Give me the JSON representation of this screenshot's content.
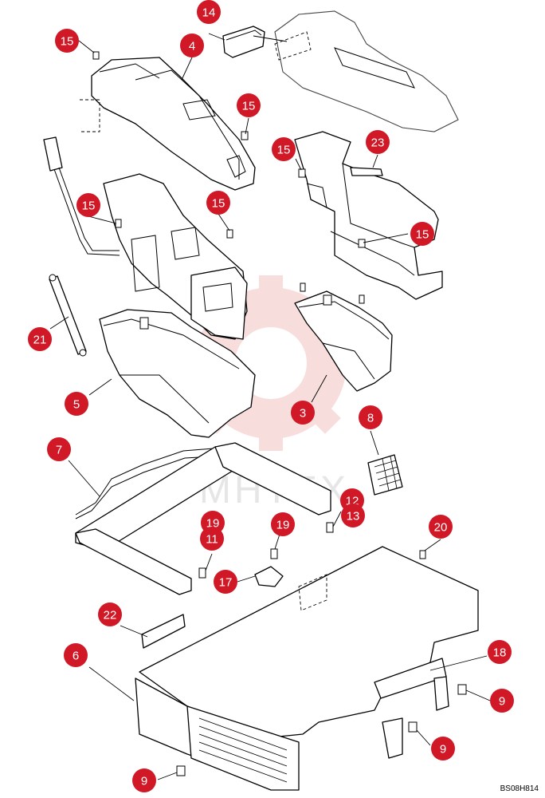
{
  "diagram": {
    "reference_code": "BS08H814",
    "watermark": "MHTEX",
    "accent_color": "#d01826",
    "callouts": [
      "15",
      "14",
      "4",
      "15",
      "15",
      "23",
      "15",
      "15",
      "15",
      "21",
      "5",
      "3",
      "8",
      "7",
      "12",
      "13",
      "19",
      "19",
      "11",
      "20",
      "17",
      "22",
      "6",
      "18",
      "9",
      "9",
      "9"
    ]
  }
}
